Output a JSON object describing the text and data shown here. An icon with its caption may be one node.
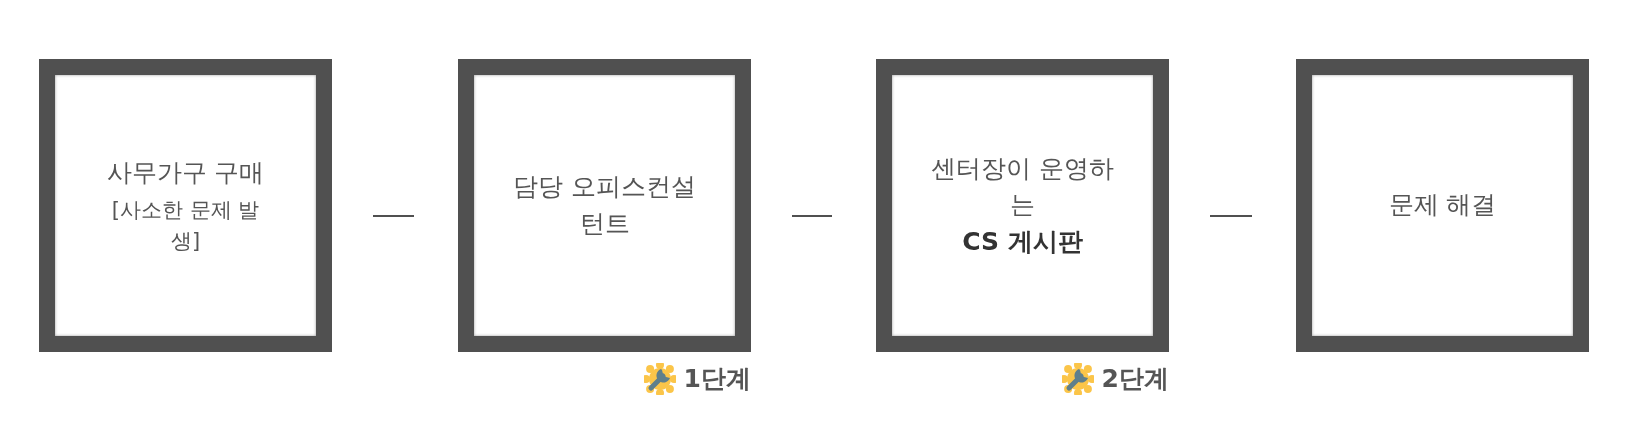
{
  "diagram": {
    "nodes": [
      {
        "text": [
          "사무가구 구매",
          "[사소한 문제 발생]"
        ]
      },
      {
        "text": [
          "담당 오피스컨설턴트"
        ],
        "beside": [
          "1단계"
        ]
      },
      {
        "text": [
          "센터장이 운영하는",
          "CS 게시판"
        ],
        "beside": [
          "2단계"
        ]
      },
      {
        "text": [
          "문제 해결"
        ]
      }
    ],
    "edges": [
      {
        "from": 0,
        "to": 1,
        "arrow": "none"
      },
      {
        "from": 1,
        "to": 2,
        "arrow": "none"
      },
      {
        "from": 2,
        "to": 3,
        "arrow": "none"
      }
    ]
  }
}
